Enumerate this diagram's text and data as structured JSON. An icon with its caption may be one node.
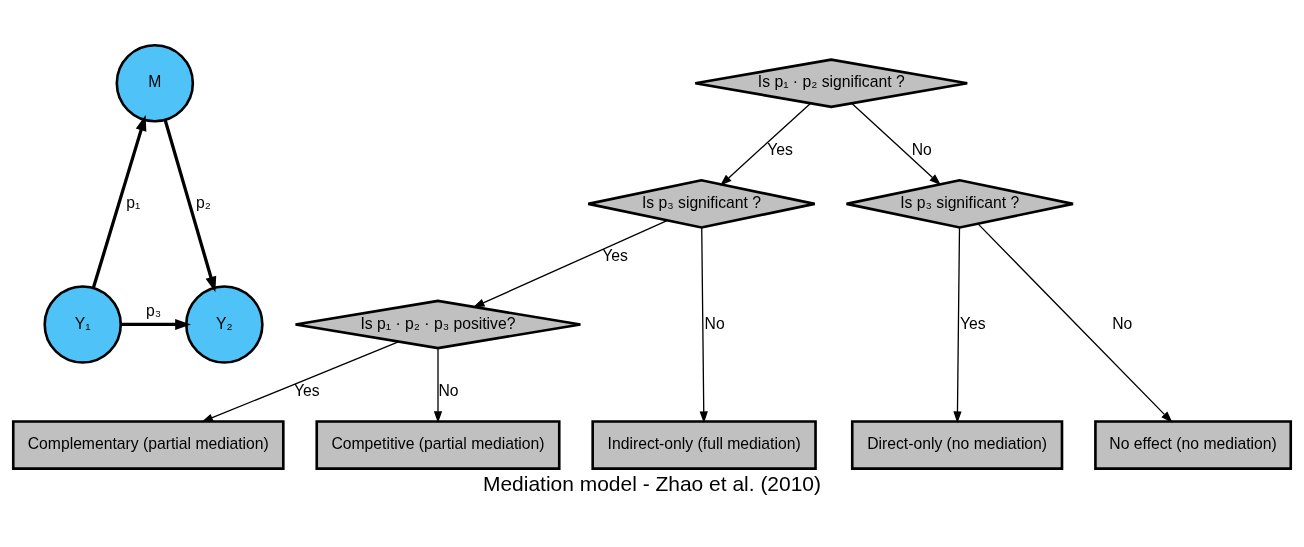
{
  "diagram": {
    "caption": "Mediation model - Zhao et al. (2010)",
    "nodes": [
      {
        "text": [
          "M"
        ]
      },
      {
        "text": [
          "Y₁"
        ]
      },
      {
        "text": [
          "Y₂"
        ]
      },
      {
        "text": [
          "Is p₁ · p₂ significant ?"
        ]
      },
      {
        "text": [
          "Is p₃ significant ?"
        ]
      },
      {
        "text": [
          "Is p₁ · p₂ · p₃ positive?"
        ]
      },
      {
        "text": [
          "Is p₃ significant ?"
        ]
      },
      {
        "text": [
          "Complementary (partial mediation)"
        ]
      },
      {
        "text": [
          "Competitive (partial mediation)"
        ]
      },
      {
        "text": [
          "Indirect-only (full mediation)"
        ]
      },
      {
        "text": [
          "Direct-only (no mediation)"
        ]
      },
      {
        "text": [
          "No effect (no mediation)"
        ]
      }
    ],
    "edges": [
      {
        "from": 1,
        "to": 0,
        "arrow": "to",
        "label": "p₁",
        "style": "thick"
      },
      {
        "from": 0,
        "to": 2,
        "arrow": "to",
        "label": "p₂",
        "style": "thick"
      },
      {
        "from": 1,
        "to": 2,
        "arrow": "to",
        "label": "p₃",
        "style": "thick"
      },
      {
        "from": 3,
        "to": 4,
        "arrow": "to",
        "label": "Yes"
      },
      {
        "from": 3,
        "to": 6,
        "arrow": "to",
        "label": "No"
      },
      {
        "from": 4,
        "to": 5,
        "arrow": "to",
        "label": "Yes"
      },
      {
        "from": 4,
        "to": 9,
        "arrow": "to",
        "label": "No"
      },
      {
        "from": 5,
        "to": 7,
        "arrow": "to",
        "label": "Yes"
      },
      {
        "from": 5,
        "to": 8,
        "arrow": "to",
        "label": "No"
      },
      {
        "from": 6,
        "to": 10,
        "arrow": "to",
        "label": "Yes"
      },
      {
        "from": 6,
        "to": 11,
        "arrow": "to",
        "label": "No"
      }
    ]
  }
}
